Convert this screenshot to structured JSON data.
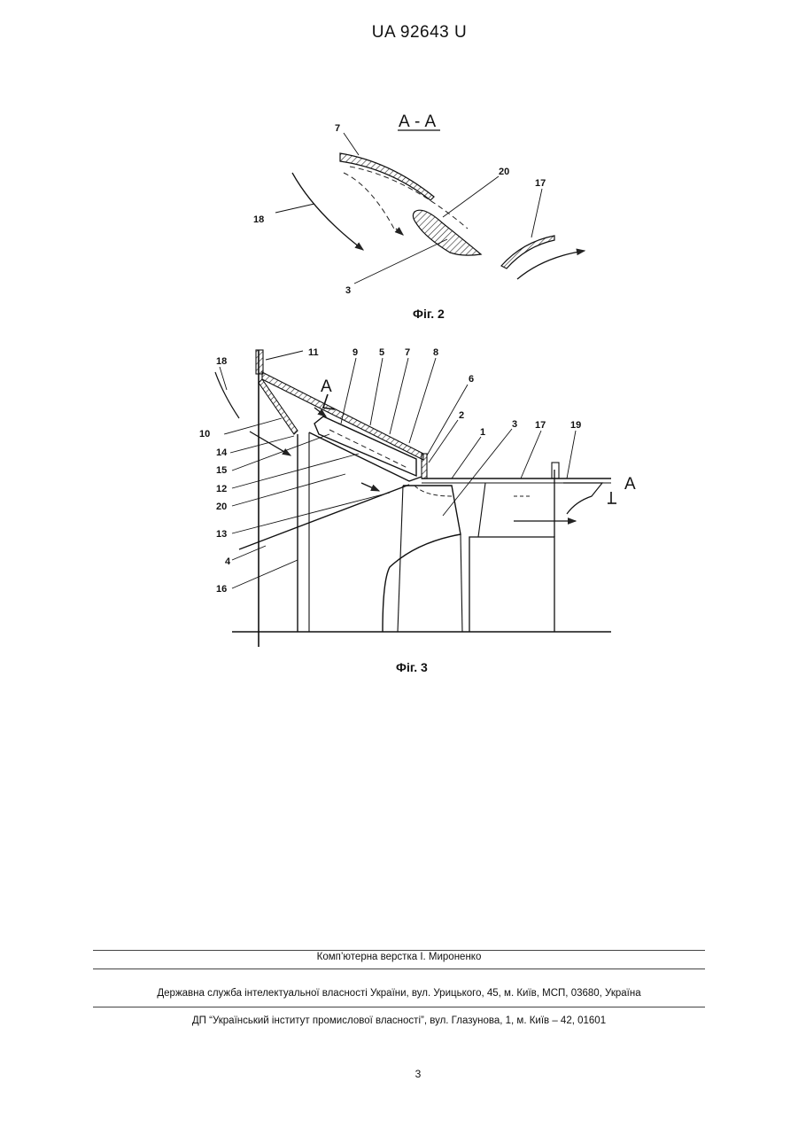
{
  "header": {
    "doc_number": "UA   92643   U"
  },
  "figure2": {
    "section_mark": "А - А",
    "caption": "Фіг. 2",
    "labels": {
      "l7": "7",
      "l20": "20",
      "l17": "17",
      "l18": "18",
      "l3": "3"
    }
  },
  "figure3": {
    "caption": "Фіг. 3",
    "section_mark": "А",
    "section_mark_right": "А",
    "labels": {
      "l18": "18",
      "l11": "11",
      "l9": "9",
      "l5": "5",
      "l7": "7",
      "l8": "8",
      "l6": "6",
      "l2": "2",
      "l1": "1",
      "l3": "3",
      "l17": "17",
      "l19": "19",
      "l10": "10",
      "l14": "14",
      "l15": "15",
      "l12": "12",
      "l20": "20",
      "l13": "13",
      "l4": "4",
      "l16": "16"
    }
  },
  "footer": {
    "layout_credit": "Комп’ютерна верстка І. Мироненко",
    "agency": "Державна служба інтелектуальної власності України, вул. Урицького, 45, м. Київ, МСП, 03680, Україна",
    "institute": "ДП “Український інститут промислової власності”, вул. Глазунова, 1, м. Київ – 42, 01601",
    "page_number": "3"
  }
}
